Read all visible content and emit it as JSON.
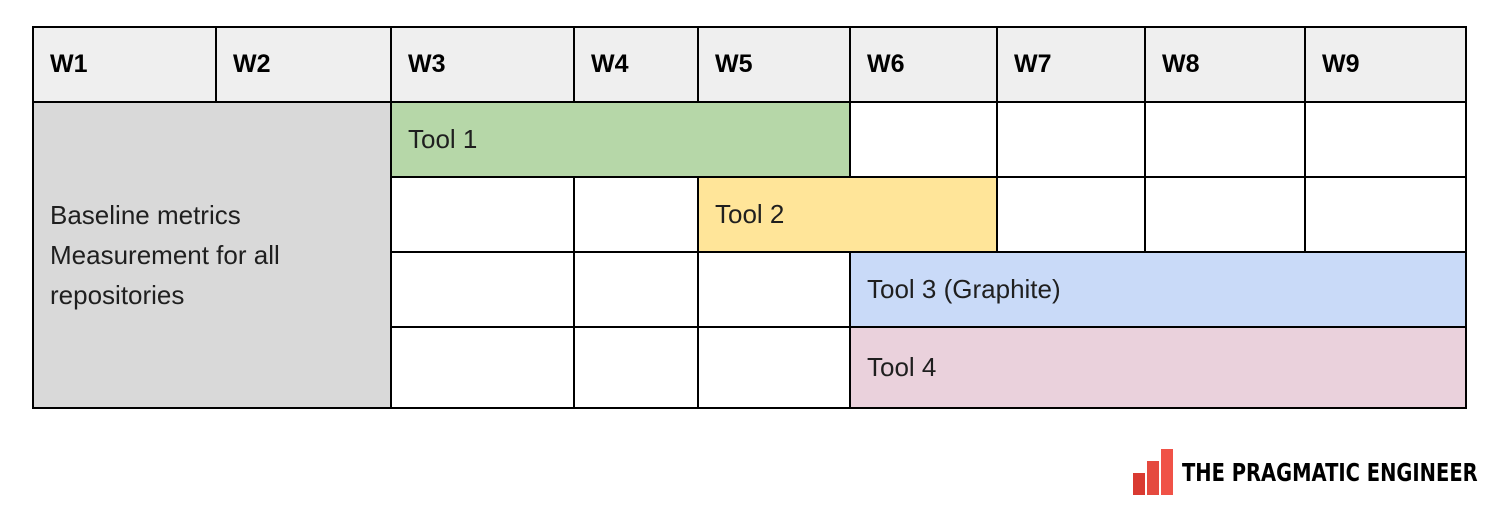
{
  "header": {
    "weeks": [
      "W1",
      "W2",
      "W3",
      "W4",
      "W5",
      "W6",
      "W7",
      "W8",
      "W9"
    ]
  },
  "baseline": {
    "label": "Baseline metrics\nMeasurement for all\nrepositories",
    "color": "#d9d9d9"
  },
  "tools": [
    {
      "label": "Tool 1",
      "start_week": "W3",
      "end_week": "W5",
      "color": "#b6d7a8"
    },
    {
      "label": "Tool 2",
      "start_week": "W5",
      "end_week": "W6",
      "color": "#ffe599"
    },
    {
      "label": "Tool 3 (Graphite)",
      "start_week": "W6",
      "end_week": "W9",
      "color": "#c9daf8"
    },
    {
      "label": "Tool 4",
      "start_week": "W6",
      "end_week": "W9",
      "color": "#ead1dc"
    }
  ],
  "brand": {
    "text": "THE PRAGMATIC ENGINEER",
    "color": "#e8453c"
  }
}
